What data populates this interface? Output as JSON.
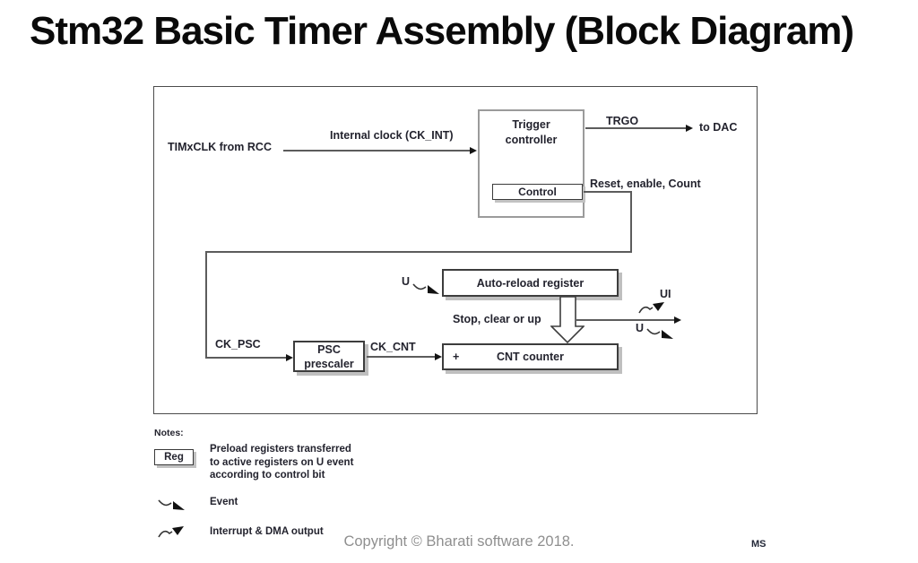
{
  "slide": {
    "title": "Stm32 Basic Timer Assembly (Block Diagram)"
  },
  "diagram": {
    "timxclk_label": "TIMxCLK from RCC",
    "internal_clock_label": "Internal clock (CK_INT)",
    "trigger_controller_line1": "Trigger",
    "trigger_controller_line2": "controller",
    "trgo_label": "TRGO",
    "to_dac_label": "to DAC",
    "control_label": "Control",
    "reset_enable_count_label": "Reset, enable, Count",
    "auto_reload_label": "Auto-reload register",
    "u_event_in_label": "U",
    "stop_clear_label": "Stop, clear or up",
    "ui_label": "UI",
    "u_event_out_label": "U",
    "ck_psc_label": "CK_PSC",
    "psc_line1": "PSC",
    "psc_line2": "prescaler",
    "ck_cnt_label": "CK_CNT",
    "plus_label": "+",
    "cnt_counter_label": "CNT counter"
  },
  "notes": {
    "heading": "Notes:",
    "reg_box_label": "Reg",
    "reg_desc_line1": "Preload registers transferred",
    "reg_desc_line2": "to active registers on U event",
    "reg_desc_line3": "according to control bit",
    "event_label": "Event",
    "interrupt_label": "Interrupt & DMA output"
  },
  "footer": {
    "copyright": "Copyright © Bharati software 2018.",
    "initials": "MS"
  },
  "icons": {
    "event": "event-arrow-icon",
    "interrupt": "interrupt-arrow-icon",
    "block_arrow": "block-down-arrow-icon"
  },
  "colors": {
    "text": "#23232e",
    "line": "#5c5c5c",
    "box_border": "#3d3d3d",
    "trigger_border": "#9b9b9b",
    "shadow": "#bfbfbf",
    "copyright_gray": "#8f8f8f"
  }
}
